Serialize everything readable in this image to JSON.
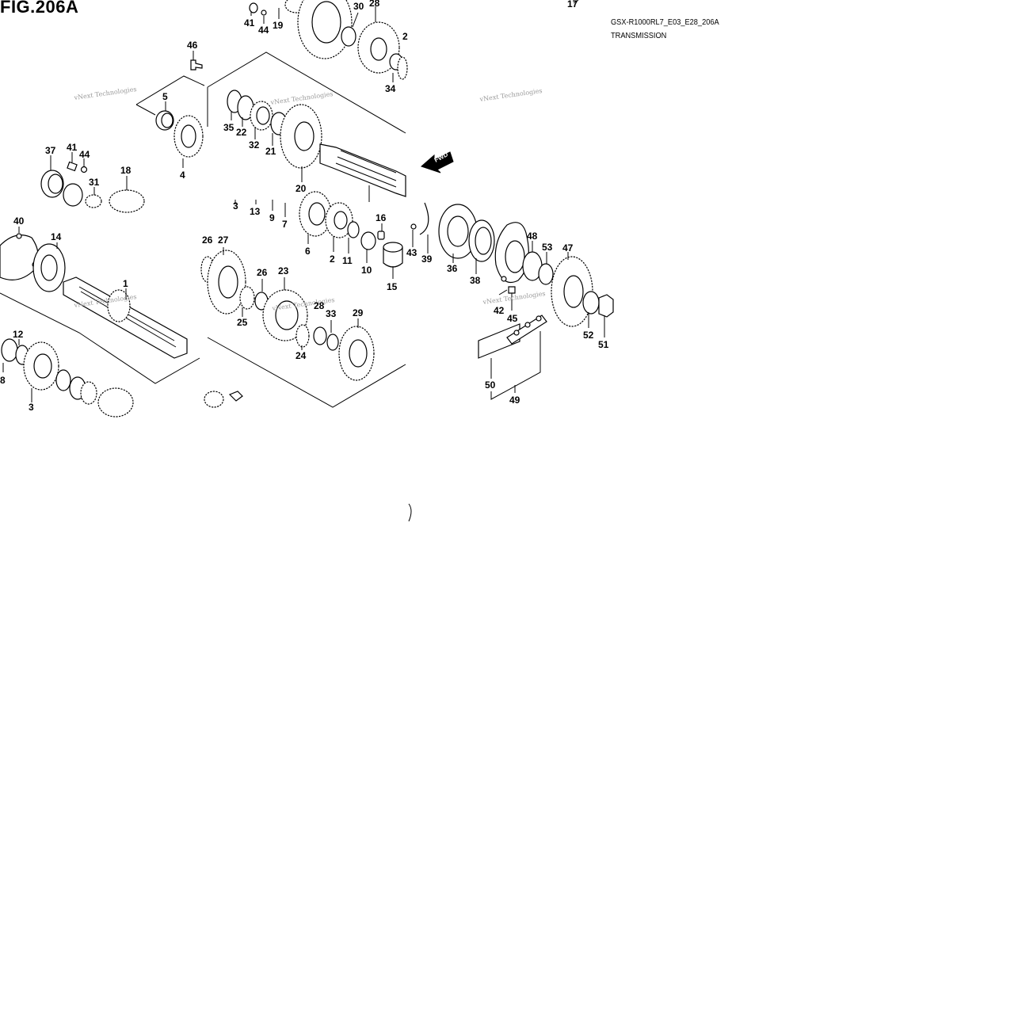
{
  "figure": {
    "title": "FIG.206A",
    "code": "GSX-R1000RL7_E03_E28_206A",
    "subtitle": "TRANSMISSION"
  },
  "fwd_label": "FWD",
  "watermark": "vNext Technologies",
  "callouts": [
    "1",
    "2",
    "3",
    "4",
    "5",
    "6",
    "7",
    "8",
    "9",
    "10",
    "11",
    "12",
    "13",
    "14",
    "15",
    "16",
    "17",
    "18",
    "19",
    "20",
    "21",
    "22",
    "23",
    "24",
    "25",
    "26",
    "27",
    "28",
    "29",
    "30",
    "31",
    "32",
    "33",
    "34",
    "35",
    "36",
    "37",
    "38",
    "39",
    "40",
    "41",
    "42",
    "43",
    "44",
    "45",
    "46",
    "47",
    "48",
    "49",
    "50",
    "51",
    "52",
    "53"
  ],
  "colors": {
    "ink": "#000000",
    "watermark": "#9a9a9a",
    "background": "#ffffff"
  }
}
